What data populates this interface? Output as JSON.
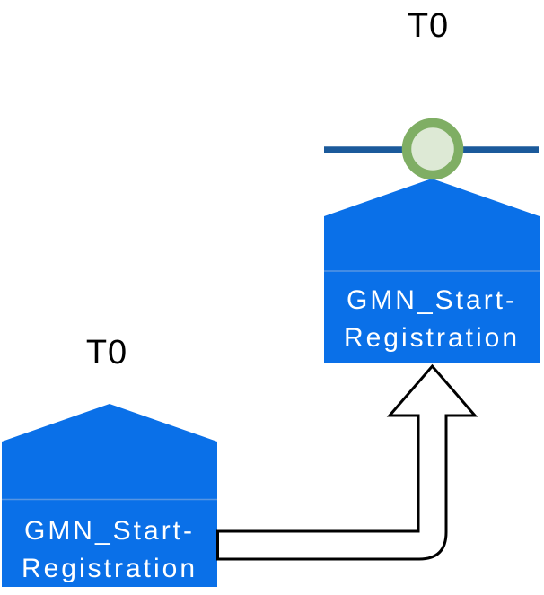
{
  "diagram": {
    "colors": {
      "background": "#ffffff",
      "node_fill": "#0a70e8",
      "node_divider": "#5695e3",
      "node_label_color": "#ffffff",
      "timeline": "#1b5a9b",
      "marker_ring": "#7fae64",
      "marker_fill": "#dde9d5",
      "connector_fill": "#ffffff",
      "connector_outline": "#000000",
      "time_label_color": "#000000"
    },
    "upper_event": {
      "time_label": "T0",
      "label_line1": "GMN_Start-",
      "label_line2": "Registration"
    },
    "lower_event": {
      "time_label": "T0",
      "label_line1": "GMN_Start-",
      "label_line2": "Registration"
    }
  }
}
